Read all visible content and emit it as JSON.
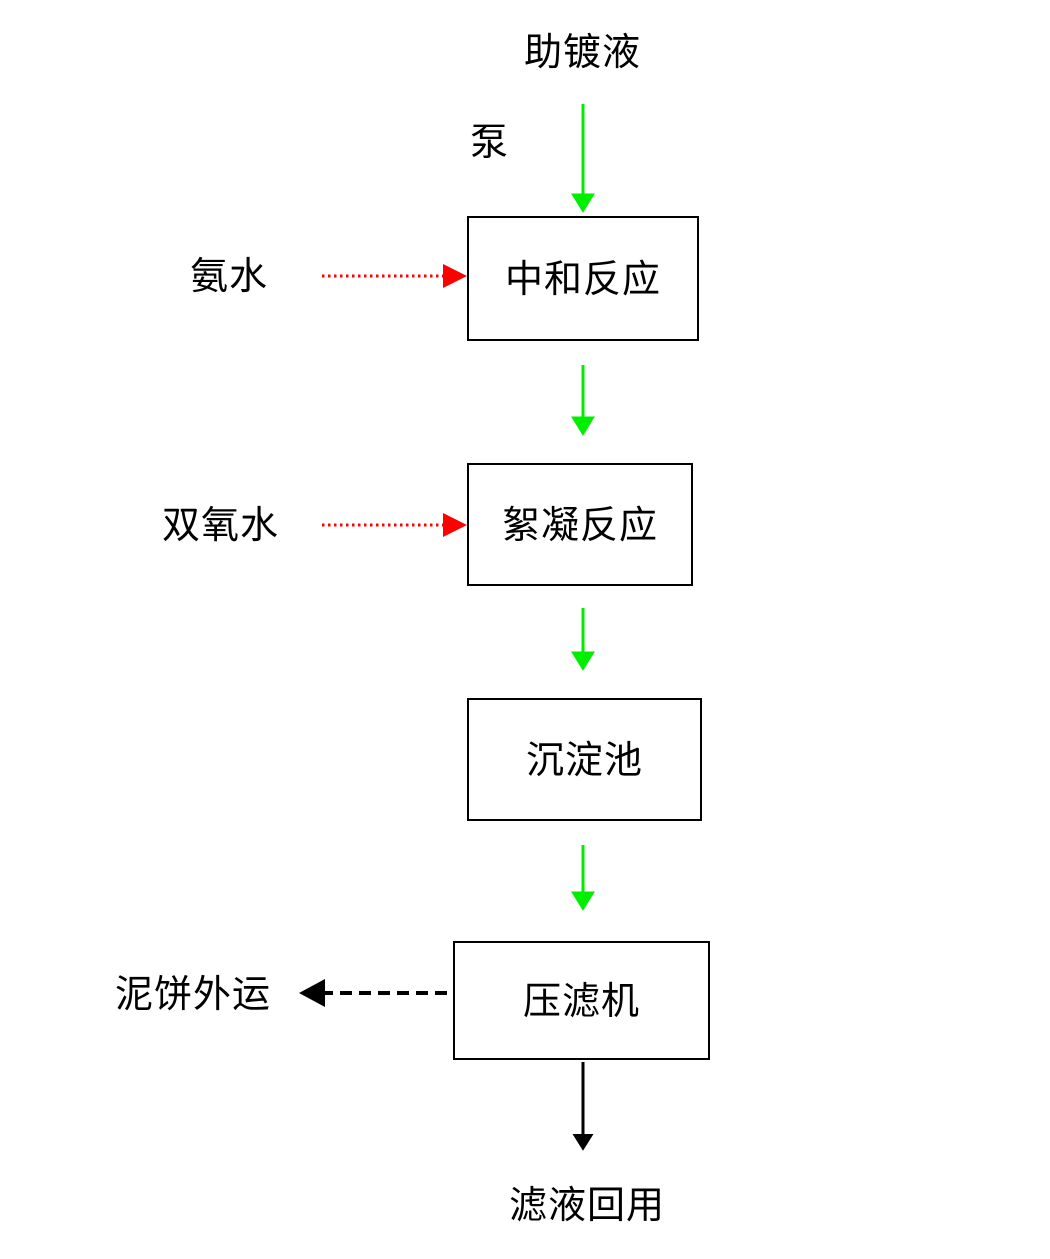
{
  "diagram": {
    "title_text": "助镀液",
    "pump_label": "泵",
    "inputs": [
      {
        "label": "氨水"
      },
      {
        "label": "双氧水"
      }
    ],
    "nodes": [
      {
        "label": "中和反应"
      },
      {
        "label": "絮凝反应"
      },
      {
        "label": "沉淀池"
      },
      {
        "label": "压滤机"
      }
    ],
    "outputs": [
      {
        "label": "泥饼外运"
      },
      {
        "label": "滤液回用"
      }
    ],
    "colors": {
      "flow_green": "#00EE00",
      "dosing_red": "#FF0000",
      "solids_black": "#000000",
      "box_border": "#000000",
      "background": "#FFFFFF"
    },
    "edges": [
      {
        "name": "flux-to-neutralization",
        "style": "solid",
        "color": "#00EE00"
      },
      {
        "name": "ammonia-to-neutralization",
        "style": "dotted",
        "color": "#FF0000"
      },
      {
        "name": "neutralization-to-flocculation",
        "style": "solid",
        "color": "#00EE00"
      },
      {
        "name": "peroxide-to-flocculation",
        "style": "dotted",
        "color": "#FF0000"
      },
      {
        "name": "flocculation-to-sedimentation",
        "style": "solid",
        "color": "#00EE00"
      },
      {
        "name": "sedimentation-to-filterpress",
        "style": "solid",
        "color": "#00EE00"
      },
      {
        "name": "filterpress-to-mudcake",
        "style": "dashed",
        "color": "#000000"
      },
      {
        "name": "filterpress-to-filtrate",
        "style": "solid",
        "color": "#000000"
      }
    ]
  }
}
